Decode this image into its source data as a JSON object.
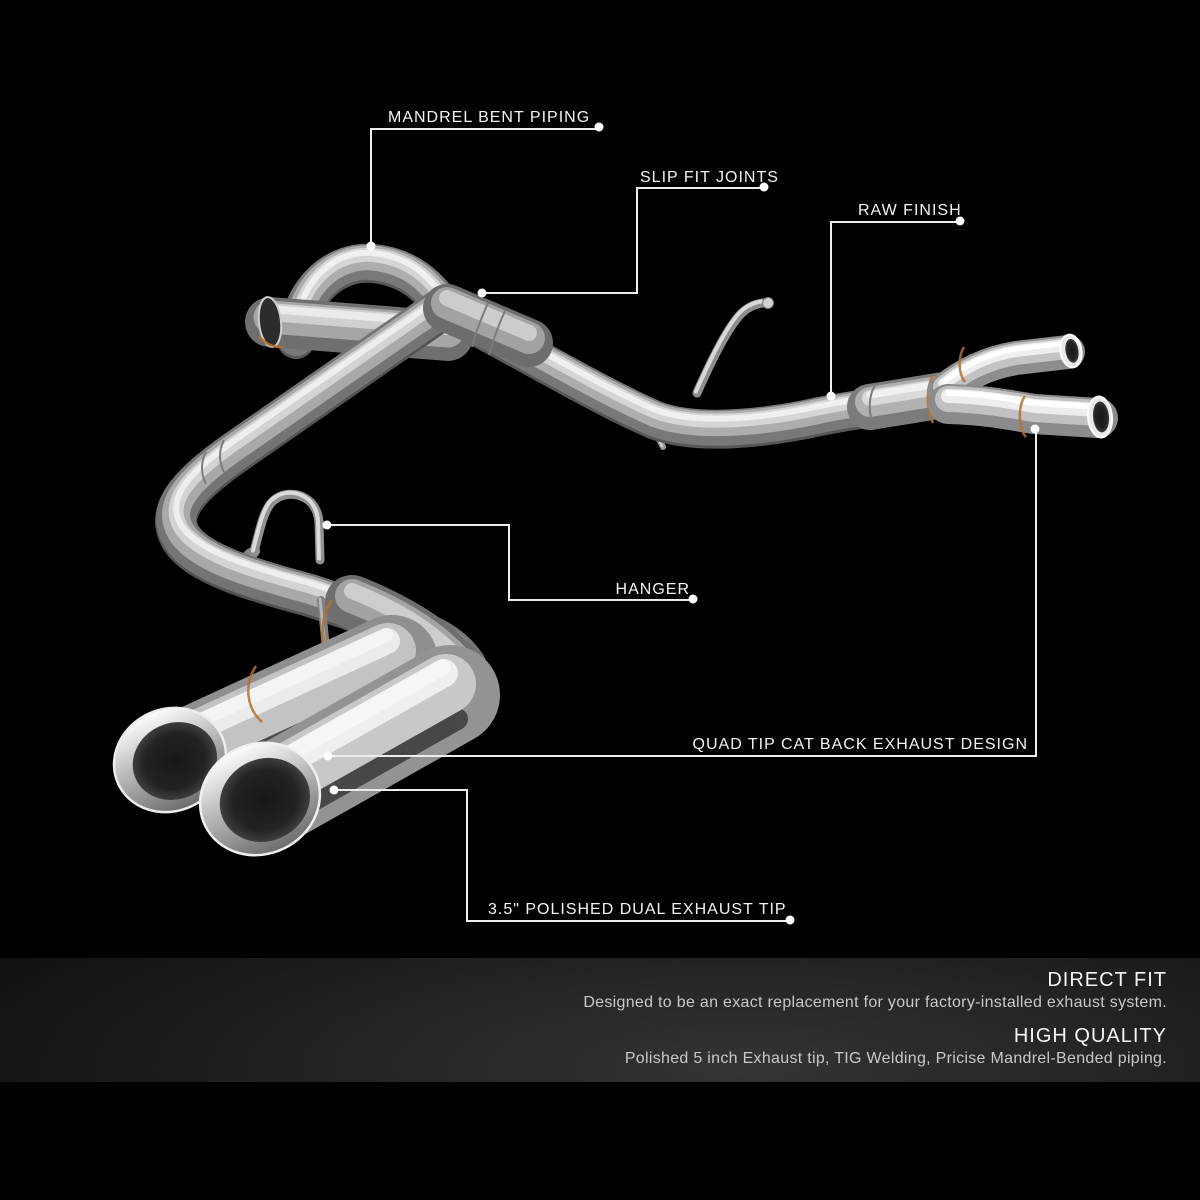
{
  "image_type": "annotated-product-photo",
  "product": "cat-back exhaust system",
  "callouts": {
    "mandrel": {
      "label": "MANDREL BENT PIPING"
    },
    "slip_fit": {
      "label": "SLIP FIT JOINTS"
    },
    "raw_finish": {
      "label": "RAW FINISH"
    },
    "hanger": {
      "label": "HANGER"
    },
    "quad_tip": {
      "label": "QUAD TIP CAT BACK EXHAUST DESIGN"
    },
    "dual_tip": {
      "label": "3.5\" POLISHED DUAL EXHAUST TIP"
    }
  },
  "footer": {
    "sections": [
      {
        "heading": "DIRECT FIT",
        "body": "Designed to be an exact replacement for your factory-installed exhaust system."
      },
      {
        "heading": "HIGH QUALITY",
        "body": "Polished 5 inch Exhaust tip, TIG Welding, Pricise Mandrel-Bended piping."
      }
    ]
  },
  "colors": {
    "background": "#000000",
    "callout_line": "#ededed",
    "callout_text": "#f4f4f4",
    "steel_dark": "#6f6f6f",
    "steel_mid": "#a9a9a9",
    "steel_light": "#d5d5d5",
    "chrome_highlight": "#f5f5f5",
    "weld_copper": "#b4702e",
    "footer_heading": "#f7f7f7",
    "footer_body": "#c9c9c9"
  }
}
